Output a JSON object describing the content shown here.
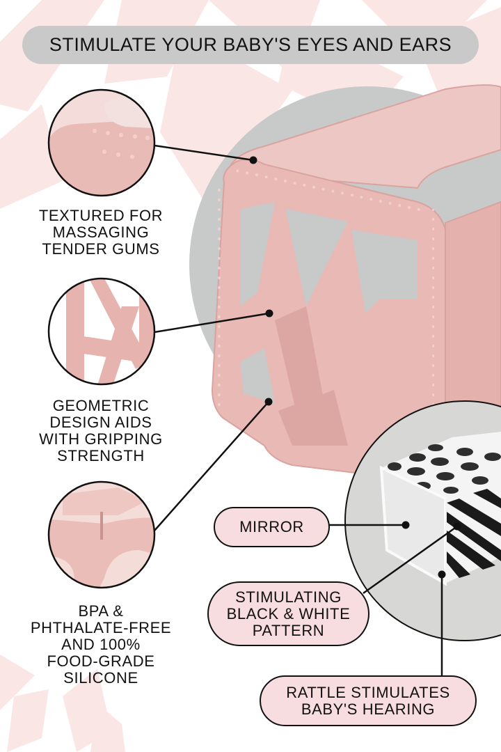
{
  "banner": {
    "title": "STIMULATE YOUR BABY'S EYES AND EARS"
  },
  "features": [
    {
      "lines": [
        "TEXTURED FOR",
        "MASSAGING",
        "TENDER GUMS"
      ]
    },
    {
      "lines": [
        "GEOMETRIC",
        "DESIGN AIDS",
        "WITH GRIPPING",
        "STRENGTH"
      ]
    },
    {
      "lines": [
        "BPA &",
        "PHTHALATE-FREE",
        "AND 100%",
        "FOOD-GRADE",
        "SILICONE"
      ]
    }
  ],
  "callouts": [
    {
      "lines": [
        "MIRROR"
      ]
    },
    {
      "lines": [
        "STIMULATING",
        "BLACK & WHITE",
        "PATTERN"
      ]
    },
    {
      "lines": [
        "RATTLE STIMULATES",
        "BABY'S HEARING"
      ]
    }
  ],
  "colors": {
    "banner_bg": "#c9c9c9",
    "pill_bg": "#f8dde0",
    "product_pink": "#e9b9b5",
    "bg_shape_pink": "#fbe6e6",
    "circle_grey": "#c8c9c9",
    "inset_grey": "#d7d8d6"
  }
}
